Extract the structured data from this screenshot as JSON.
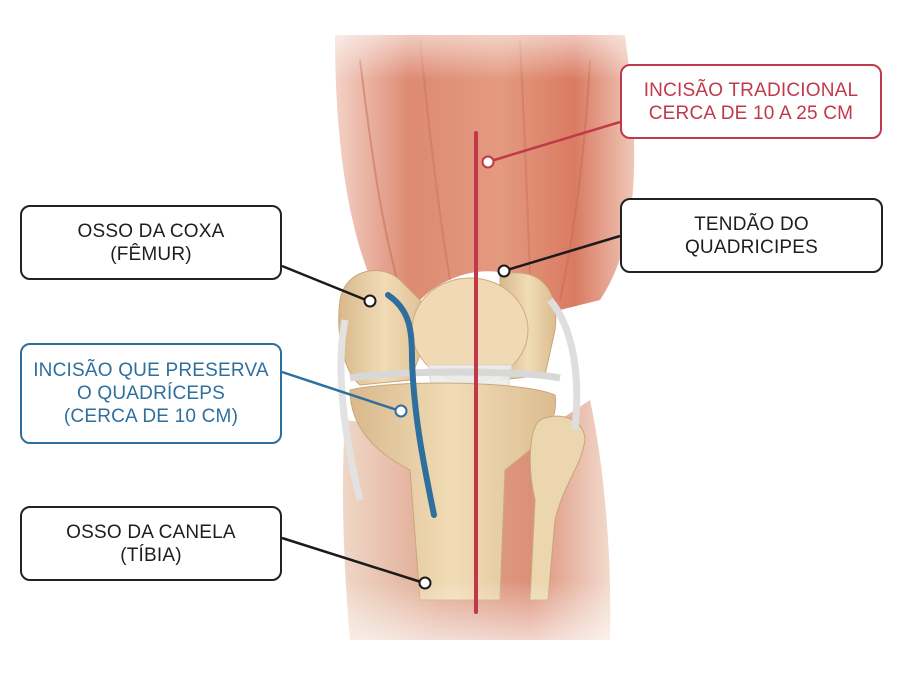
{
  "colors": {
    "traditional_incision": "#c0394b",
    "preserve_incision": "#2f6f9e",
    "label_border": "#222222",
    "muscle": "#d9836a",
    "bone": "#ecd3a8"
  },
  "labels": {
    "traditional": {
      "line1": "INCISÃO TRADICIONAL",
      "line2": "CERCA DE 10 A 25 CM"
    },
    "tendon": {
      "line1": "TENDÃO DO",
      "line2": "QUADRICIPES"
    },
    "femur": {
      "line1": "OSSO DA COXA",
      "line2": "(FÊMUR)"
    },
    "preserve": {
      "line1": "INCISÃO QUE PRESERVA",
      "line2": "O QUADRÍCEPS",
      "line3": "(CERCA DE 10 CM)"
    },
    "tibia": {
      "line1": "OSSO DA CANELA",
      "line2": "(TÍBIA)"
    }
  }
}
